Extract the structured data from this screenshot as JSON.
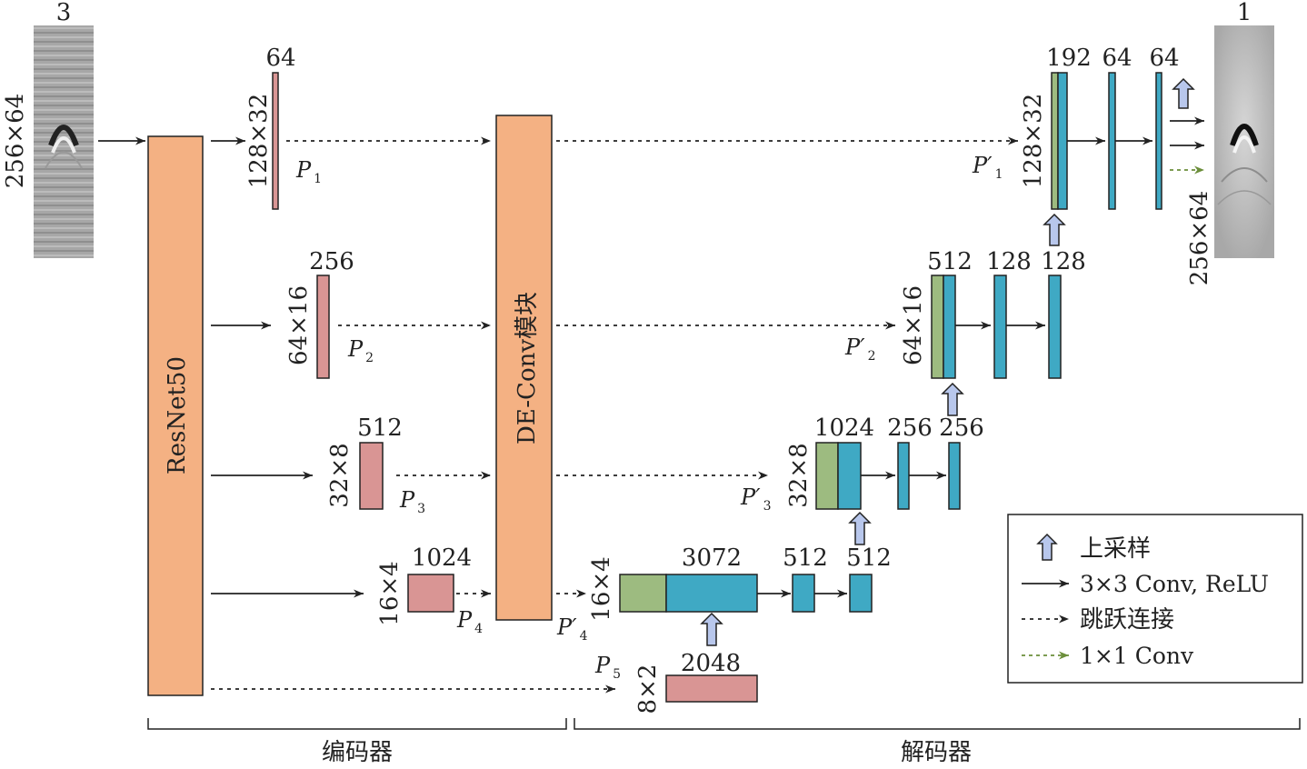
{
  "encoder": {
    "backbone_label": "ResNet50",
    "module_label": "DE-Conv模块",
    "label": "编码器"
  },
  "decoder": {
    "label": "解码器"
  },
  "input": {
    "channels": "3",
    "size": "256×64"
  },
  "output": {
    "channels": "1",
    "size": "256×64"
  },
  "features": {
    "p1": {
      "channels": "64",
      "size": "128×32",
      "name": "P",
      "sub": "1"
    },
    "p2": {
      "channels": "256",
      "size": "64×16",
      "name": "P",
      "sub": "2"
    },
    "p3": {
      "channels": "512",
      "size": "32×8",
      "name": "P",
      "sub": "3"
    },
    "p4": {
      "channels": "1024",
      "size": "16×4",
      "name": "P",
      "sub": "4"
    },
    "p5": {
      "channels": "2048",
      "size": "8×2",
      "name": "P",
      "sub": "5"
    }
  },
  "decoder_levels": {
    "d4": {
      "name": "P′",
      "sub": "4",
      "size": "16×4",
      "c1": "3072",
      "c2": "512",
      "c3": "512"
    },
    "d3": {
      "name": "P′",
      "sub": "3",
      "size": "32×8",
      "c1": "1024",
      "c2": "256",
      "c3": "256"
    },
    "d2": {
      "name": "P′",
      "sub": "2",
      "size": "64×16",
      "c1": "512",
      "c2": "128",
      "c3": "128"
    },
    "d1": {
      "name": "P′",
      "sub": "1",
      "size": "128×32",
      "c1": "192",
      "c2": "64",
      "c3": "64"
    }
  },
  "legend": {
    "upsample": "上采样",
    "conv": "3×3 Conv, ReLU",
    "skip": "跳跃连接",
    "conv1x1": "1×1 Conv"
  },
  "colors": {
    "encoder_block": "#f4b183",
    "feature_map": "#d99594",
    "decoder_block": "#3fa9c4",
    "skip_block": "#9dbb80",
    "upsample_arrow": "#b8c7ec",
    "conv1x1_arrow": "#6b8e3a"
  }
}
